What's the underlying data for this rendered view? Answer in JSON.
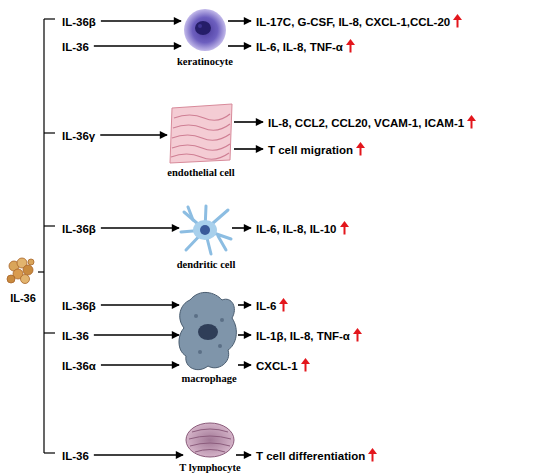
{
  "diagram": {
    "nodes": [
      {
        "text": [
          "IL-36"
        ]
      },
      {
        "text": [
          "IL-36β"
        ]
      },
      {
        "text": [
          "IL-36"
        ]
      },
      {
        "text": [
          "keratinocyte"
        ]
      },
      {
        "text": [
          "IL-17C, G-CSF, IL-8, CXCL-1,CCL-20"
        ]
      },
      {
        "text": [
          "IL-6, IL-8, TNF-α"
        ]
      },
      {
        "text": [
          "IL-36γ"
        ]
      },
      {
        "text": [
          "endothelial cell"
        ]
      },
      {
        "text": [
          "IL-8, CCL2, CCL20, VCAM-1, ICAM-1"
        ]
      },
      {
        "text": [
          "T cell migration"
        ]
      },
      {
        "text": [
          "IL-36β"
        ]
      },
      {
        "text": [
          "dendritic cell"
        ]
      },
      {
        "text": [
          "IL-6, IL-8, IL-10"
        ]
      },
      {
        "text": [
          "IL-36β"
        ]
      },
      {
        "text": [
          "IL-36"
        ]
      },
      {
        "text": [
          "IL-36α"
        ]
      },
      {
        "text": [
          "macrophage"
        ]
      },
      {
        "text": [
          "IL-6"
        ]
      },
      {
        "text": [
          "IL-1β, IL-8, TNF-α"
        ]
      },
      {
        "text": [
          "CXCL-1"
        ]
      },
      {
        "text": [
          "IL-36"
        ]
      },
      {
        "text": [
          "T lymphocyte"
        ]
      },
      {
        "text": [
          "T cell differentiation"
        ]
      }
    ],
    "edges": [
      {
        "from": 1,
        "to": 3,
        "arrow": "to"
      },
      {
        "from": 2,
        "to": 3,
        "arrow": "to"
      },
      {
        "from": 3,
        "to": 4,
        "arrow": "to"
      },
      {
        "from": 3,
        "to": 5,
        "arrow": "to"
      },
      {
        "from": 6,
        "to": 7,
        "arrow": "to"
      },
      {
        "from": 7,
        "to": 8,
        "arrow": "to"
      },
      {
        "from": 7,
        "to": 9,
        "arrow": "to"
      },
      {
        "from": 10,
        "to": 11,
        "arrow": "to"
      },
      {
        "from": 11,
        "to": 12,
        "arrow": "to"
      },
      {
        "from": 13,
        "to": 16,
        "arrow": "to"
      },
      {
        "from": 14,
        "to": 16,
        "arrow": "to"
      },
      {
        "from": 15,
        "to": 16,
        "arrow": "to"
      },
      {
        "from": 16,
        "to": 17,
        "arrow": "to"
      },
      {
        "from": 16,
        "to": 18,
        "arrow": "to"
      },
      {
        "from": 16,
        "to": 19,
        "arrow": "to"
      },
      {
        "from": 20,
        "to": 21,
        "arrow": "to"
      },
      {
        "from": 21,
        "to": 22,
        "arrow": "to"
      }
    ]
  }
}
